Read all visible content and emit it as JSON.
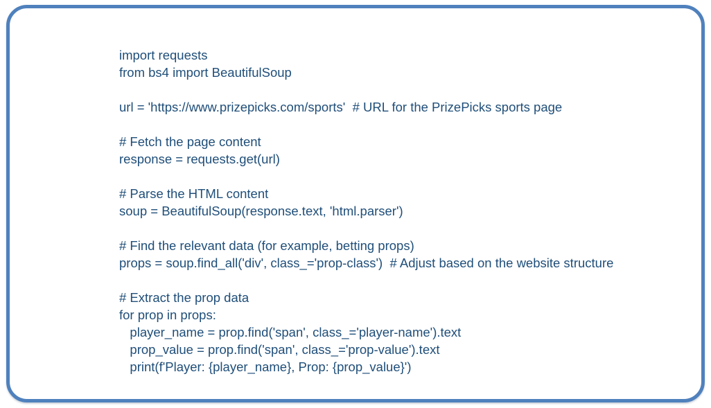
{
  "frame": {
    "border_color": "#4f81bd",
    "background_color": "#ffffff"
  },
  "code": {
    "language": "python",
    "text_color": "#1f4e79",
    "lines": [
      "import requests",
      "from bs4 import BeautifulSoup",
      "",
      "url = 'https://www.prizepicks.com/sports'  # URL for the PrizePicks sports page",
      "",
      "# Fetch the page content",
      "response = requests.get(url)",
      "",
      "# Parse the HTML content",
      "soup = BeautifulSoup(response.text, 'html.parser')",
      "",
      "# Find the relevant data (for example, betting props)",
      "props = soup.find_all('div', class_='prop-class')  # Adjust based on the website structure",
      "",
      "# Extract the prop data",
      "for prop in props:",
      "   player_name = prop.find('span', class_='player-name').text",
      "   prop_value = prop.find('span', class_='prop-value').text",
      "   print(f'Player: {player_name}, Prop: {prop_value}')"
    ]
  }
}
